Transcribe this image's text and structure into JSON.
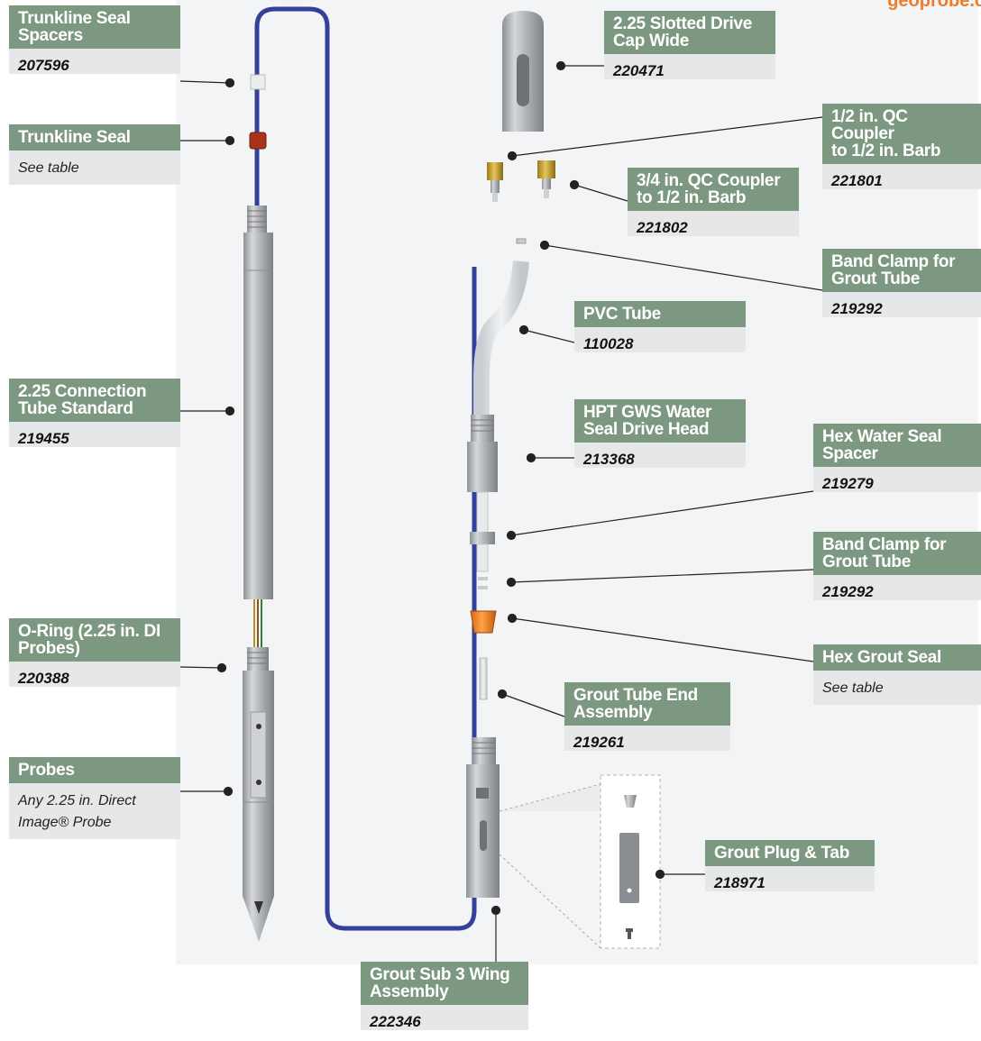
{
  "brand": "geoprobe.c",
  "callouts": {
    "spacers": {
      "title": "Trunkline Seal\nSpacers",
      "part": "207596"
    },
    "seal": {
      "title": "Trunkline Seal",
      "note": "See table"
    },
    "conn": {
      "title": "2.25 Connection\nTube Standard",
      "part": "219455"
    },
    "oring": {
      "title": "O-Ring (2.25 in. DI\nProbes)",
      "part": "220388"
    },
    "probes": {
      "title": "Probes",
      "note": "Any 2.25 in. Direct\nImage® Probe"
    },
    "cap": {
      "title": "2.25 Slotted Drive\nCap Wide",
      "part": "220471"
    },
    "half": {
      "title": "1/2 in. QC Coupler\nto 1/2 in. Barb",
      "part": "221801"
    },
    "threeq": {
      "title": "3/4 in. QC Coupler\nto 1/2 in. Barb",
      "part": "221802"
    },
    "band1": {
      "title": "Band Clamp for\nGrout Tube",
      "part": "219292"
    },
    "pvc": {
      "title": "PVC Tube",
      "part": "110028"
    },
    "head": {
      "title": "HPT GWS Water\nSeal Drive Head",
      "part": "213368"
    },
    "hexspacer": {
      "title": "Hex Water Seal\nSpacer",
      "part": "219279"
    },
    "band2": {
      "title": "Band Clamp for\nGrout Tube",
      "part": "219292"
    },
    "hexgrout": {
      "title": "Hex Grout Seal",
      "note": "See table"
    },
    "tubeend": {
      "title": "Grout Tube End\nAssembly",
      "part": "219261"
    },
    "plug": {
      "title": "Grout Plug & Tab",
      "part": "218971"
    },
    "sub": {
      "title": "Grout Sub 3 Wing\nAssembly",
      "part": "222346"
    }
  }
}
